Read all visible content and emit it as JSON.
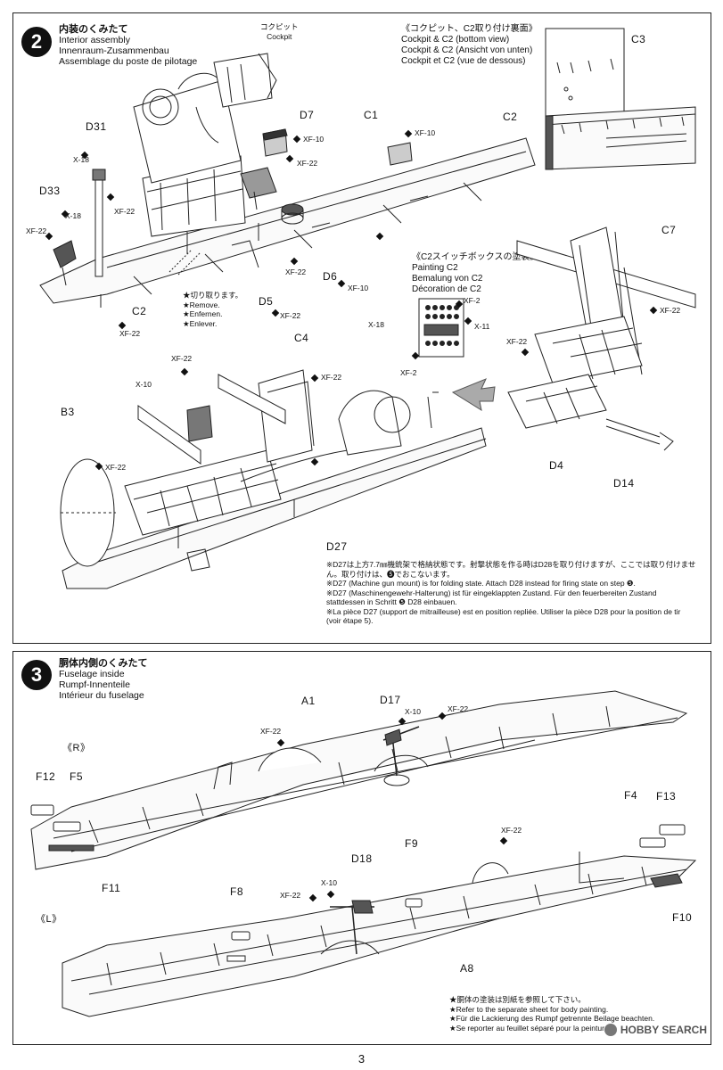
{
  "step2": {
    "number": "2",
    "title_jp": "内装のくみたて",
    "title_en": "Interior assembly",
    "title_de": "Innenraum-Zusammenbau",
    "title_fr": "Assemblage du poste de pilotage",
    "cockpit_jp": "コクピット",
    "cockpit_en": "Cockpit",
    "bottom_view_jp": "《コクピット、C2取り付け裏面》",
    "bottom_view_en": "Cockpit & C2 (bottom view)",
    "bottom_view_de": "Cockpit & C2 (Ansicht von unten)",
    "bottom_view_fr": "Cockpit et C2 (vue de dessous)",
    "painting_jp": "《C2スイッチボックスの塗装》",
    "painting_en": "Painting C2",
    "painting_de": "Bemalung von C2",
    "painting_fr": "Décoration de C2",
    "remove_jp": "★切り取ります。",
    "remove_en": "★Remove.",
    "remove_de": "★Enfernen.",
    "remove_fr": "★Enlever.",
    "parts": [
      "D31",
      "D33",
      "D7",
      "C1",
      "C3",
      "C2",
      "C2",
      "D5",
      "D6",
      "C7",
      "C4",
      "B3",
      "D4",
      "D14",
      "D27"
    ],
    "paints": [
      "X-18",
      "XF-22",
      "X-18",
      "XF-22",
      "XF-10",
      "XF-22",
      "XF-22",
      "XF-22",
      "XF-10",
      "XF-22",
      "XF-10",
      "XF-22",
      "XF-2",
      "X-18",
      "X-11",
      "XF-2",
      "XF-22",
      "XF-22",
      "XF-22",
      "X-10",
      "XF-22",
      "XF-22",
      "XF-22"
    ],
    "note_jp": "※D27は上方7.7㎜機銃架で格納状態です。射撃状態を作る時はD28を取り付けますが、ここでは取り付けません。取り付けは、❺でおこないます。",
    "note_en": "※D27 (Machine gun mount) is for folding state. Attach D28 instead for firing state on step ❺.",
    "note_de": "※D27 (Maschinengewehr-Halterung) ist für eingeklappten Zustand. Für den feuerbereiten Zustand stattdessen in Schritt ❺ D28 einbauen.",
    "note_fr": "※La pièce D27 (support de mitrailleuse) est en position repliée. Utiliser la pièce D28 pour la position de tir (voir étape 5)."
  },
  "step3": {
    "number": "3",
    "title_jp": "胴体内側のくみたて",
    "title_en": "Fuselage inside",
    "title_de": "Rumpf-Innenteile",
    "title_fr": "Intérieur du fuselage",
    "side_r": "《R》",
    "side_l": "《L》",
    "parts": [
      "A1",
      "D17",
      "F12",
      "F5",
      "F11",
      "F4",
      "F13",
      "D18",
      "F9",
      "F8",
      "F10",
      "A8"
    ],
    "paints": [
      "X-10",
      "XF-22",
      "XF-22",
      "XF-22",
      "X-10",
      "XF-22"
    ],
    "note_jp": "★胴体の塗装は別紙を参照して下さい。",
    "note_en": "★Refer to the separate sheet for body painting.",
    "note_de": "★Für die Lackierung des Rumpf getrennte Beilage beachten.",
    "note_fr": "★Se reporter au feuillet séparé pour la peinture."
  },
  "footer": {
    "page": "3",
    "watermark": "HOBBY SEARCH"
  }
}
